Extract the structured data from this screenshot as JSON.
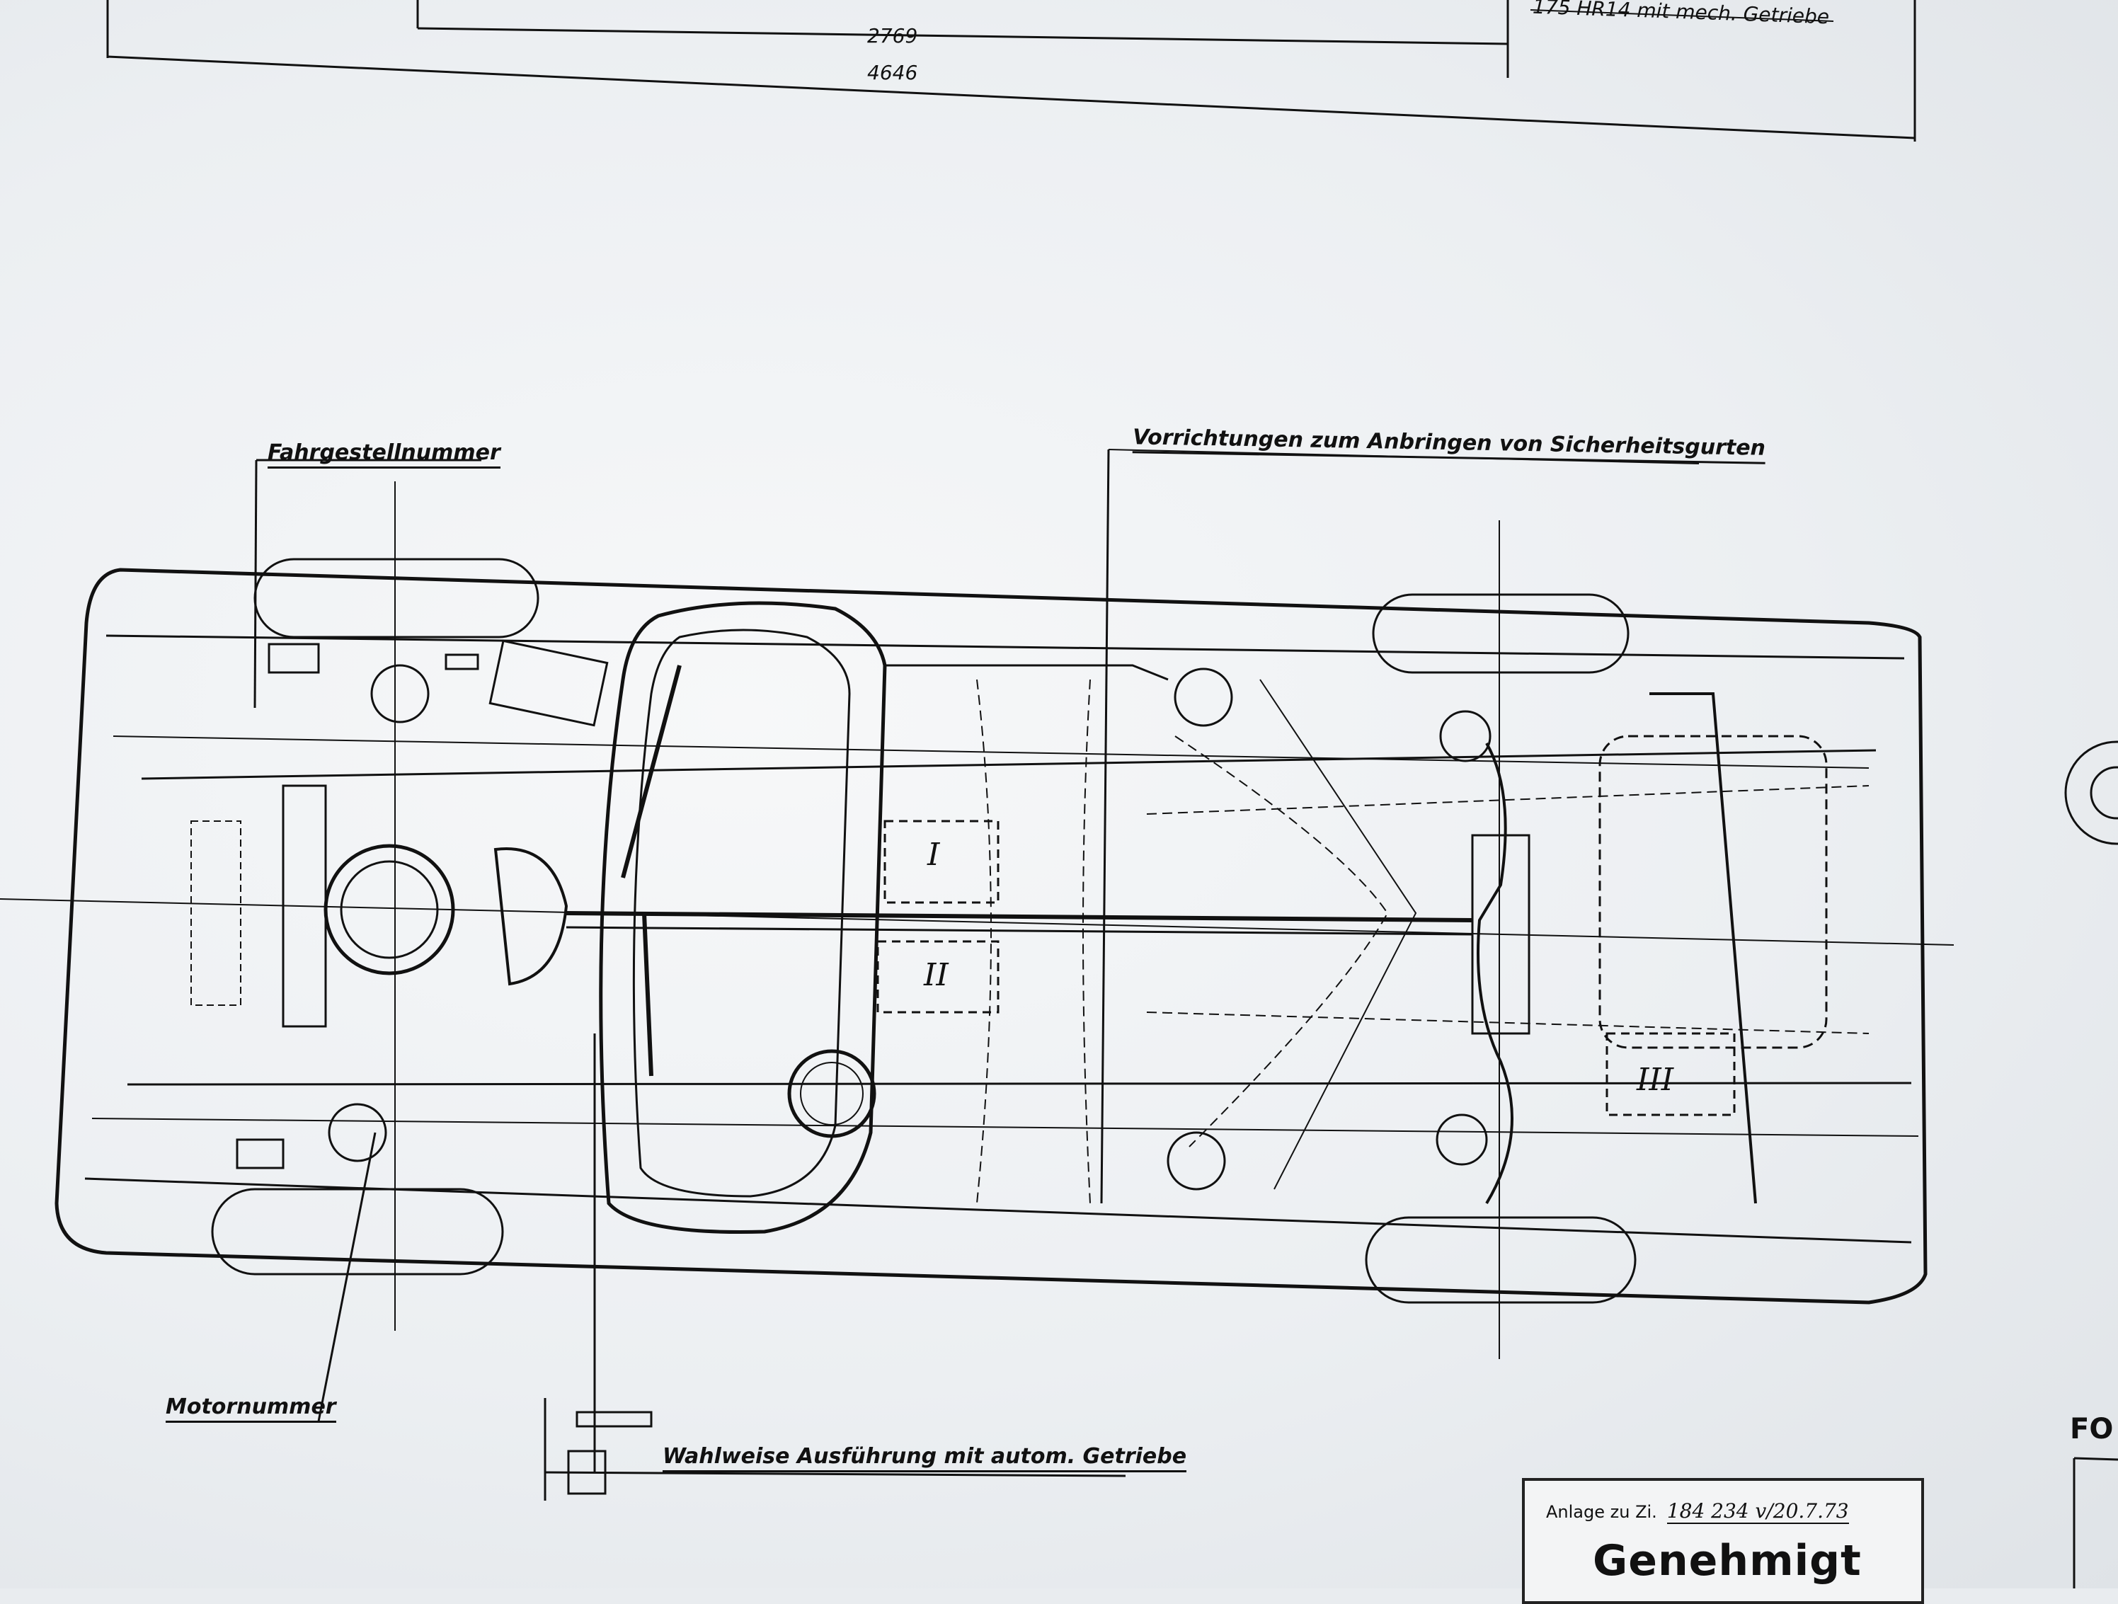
{
  "dimensions": {
    "top_note": "175 HR14 mit mech. Getriebe",
    "wheelbase": "2769",
    "overall_length": "4646"
  },
  "labels": {
    "chassis_number": "Fahrgestellnummer",
    "seatbelt_mounts": "Vorrichtungen zum Anbringen von Sicherheitsgurten",
    "engine_number": "Motornummer",
    "automatic_option": "Wahlweise Ausführung mit autom. Getriebe",
    "roman_1": "I",
    "roman_2": "II",
    "roman_3": "III"
  },
  "stamp": {
    "ref_label": "Anlage zu Zi.",
    "ref_value": "184 234 v/20.7.73",
    "title": "Genehmigt"
  },
  "edge_text": "FO"
}
